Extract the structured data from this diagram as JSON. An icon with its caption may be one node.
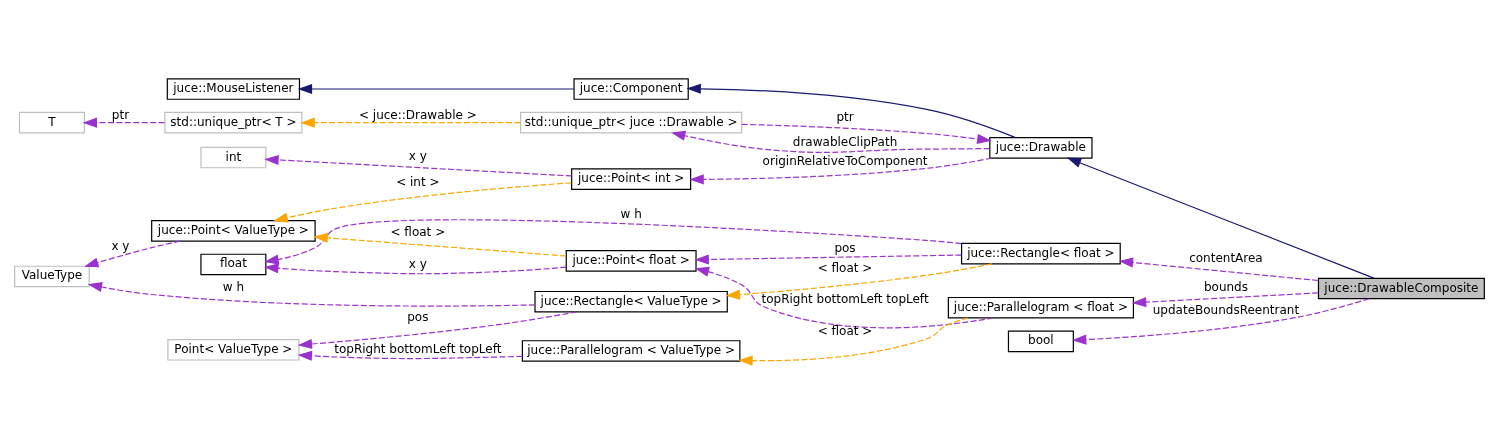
{
  "diagram": {
    "nodes": [
      {
        "text": [
          "juce::DrawableComposite"
        ]
      },
      {
        "text": [
          "juce::Drawable"
        ]
      },
      {
        "text": [
          "juce::Component"
        ]
      },
      {
        "text": [
          "juce::MouseListener"
        ]
      },
      {
        "text": [
          "std::unique_ptr< juce ::Drawable >"
        ]
      },
      {
        "text": [
          "std::unique_ptr< T >"
        ]
      },
      {
        "text": [
          "T"
        ]
      },
      {
        "text": [
          "juce::Point< int >"
        ]
      },
      {
        "text": [
          "int"
        ]
      },
      {
        "text": [
          "juce::Point< ValueType >"
        ]
      },
      {
        "text": [
          "ValueType"
        ]
      },
      {
        "text": [
          "juce::Rectangle< float >"
        ]
      },
      {
        "text": [
          "juce::Point< float >"
        ]
      },
      {
        "text": [
          "float"
        ]
      },
      {
        "text": [
          "juce::Parallelogram < float >"
        ]
      },
      {
        "text": [
          "juce::Rectangle< ValueType >"
        ]
      },
      {
        "text": [
          "Point< ValueType >"
        ]
      },
      {
        "text": [
          "juce::Parallelogram < ValueType >"
        ]
      },
      {
        "text": [
          "bool"
        ]
      }
    ],
    "edges": [
      {
        "from": 0,
        "to": 1,
        "arrow": "to",
        "color": "#191970"
      },
      {
        "from": 1,
        "to": 2,
        "arrow": "to",
        "color": "#191970"
      },
      {
        "from": 2,
        "to": 3,
        "arrow": "to",
        "color": "#191970"
      },
      {
        "from": 4,
        "to": 1,
        "arrow": "to",
        "label": "ptr",
        "style": "dashed"
      },
      {
        "from": 1,
        "to": 4,
        "arrow": "to",
        "label": "drawableClipPath",
        "style": "dashed"
      },
      {
        "from": 4,
        "to": 5,
        "arrow": "to",
        "label": "< juce::Drawable >",
        "style": "dashed",
        "color": "#ffa500"
      },
      {
        "from": 5,
        "to": 6,
        "arrow": "to",
        "label": "ptr",
        "style": "dashed"
      },
      {
        "from": 1,
        "to": 7,
        "arrow": "to",
        "label": "originRelativeToComponent",
        "style": "dashed"
      },
      {
        "from": 7,
        "to": 8,
        "arrow": "to",
        "label": "x y",
        "style": "dashed"
      },
      {
        "from": 7,
        "to": 9,
        "arrow": "to",
        "label": "< int >",
        "style": "dashed",
        "color": "#ffa500"
      },
      {
        "from": 12,
        "to": 9,
        "arrow": "to",
        "label": "< float >",
        "style": "dashed",
        "color": "#ffa500"
      },
      {
        "from": 9,
        "to": 10,
        "arrow": "to",
        "label": "x y",
        "style": "dashed"
      },
      {
        "from": 12,
        "to": 13,
        "arrow": "to",
        "label": "x y",
        "style": "dashed"
      },
      {
        "from": 11,
        "to": 12,
        "arrow": "to",
        "label": "pos",
        "style": "dashed"
      },
      {
        "from": 11,
        "to": 13,
        "arrow": "to",
        "label": "w h",
        "style": "dashed"
      },
      {
        "from": 14,
        "to": 12,
        "arrow": "to",
        "label": "topRight bottomLeft topLeft",
        "style": "dashed"
      },
      {
        "from": 0,
        "to": 11,
        "arrow": "to",
        "label": "contentArea",
        "style": "dashed"
      },
      {
        "from": 0,
        "to": 14,
        "arrow": "to",
        "label": "bounds",
        "style": "dashed"
      },
      {
        "from": 0,
        "to": 18,
        "arrow": "to",
        "label": "updateBoundsReentrant",
        "style": "dashed"
      },
      {
        "from": 11,
        "to": 15,
        "arrow": "to",
        "label": "< float >",
        "style": "dashed",
        "color": "#ffa500"
      },
      {
        "from": 15,
        "to": 10,
        "arrow": "to",
        "label": "w h",
        "style": "dashed"
      },
      {
        "from": 15,
        "to": 16,
        "arrow": "to",
        "label": "pos",
        "style": "dashed"
      },
      {
        "from": 17,
        "to": 16,
        "arrow": "to",
        "label": "topRight bottomLeft topLeft",
        "style": "dashed"
      },
      {
        "from": 14,
        "to": 17,
        "arrow": "to",
        "label": "< float >",
        "style": "dashed",
        "color": "#ffa500"
      }
    ]
  }
}
